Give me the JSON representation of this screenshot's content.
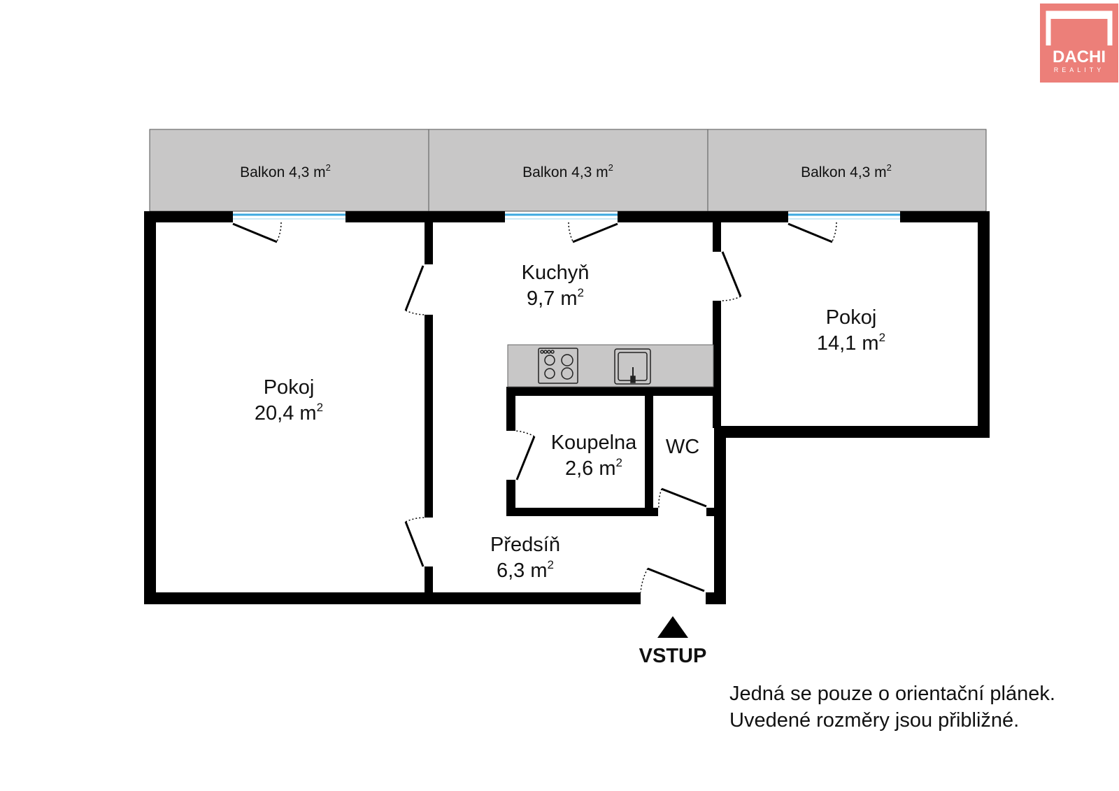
{
  "logo": {
    "name": "DACHI",
    "sub": "REALITY"
  },
  "balconies": [
    {
      "name": "Balkon",
      "area": "4,3 m",
      "unit_sup": "2"
    },
    {
      "name": "Balkon",
      "area": "4,3 m",
      "unit_sup": "2"
    },
    {
      "name": "Balkon",
      "area": "4,3 m",
      "unit_sup": "2"
    }
  ],
  "rooms": {
    "pokoj_left": {
      "name": "Pokoj",
      "area": "20,4 m",
      "unit_sup": "2"
    },
    "kuchyn": {
      "name": "Kuchyň",
      "area": "9,7 m",
      "unit_sup": "2"
    },
    "pokoj_right": {
      "name": "Pokoj",
      "area": "14,1 m",
      "unit_sup": "2"
    },
    "koupelna": {
      "name": "Koupelna",
      "area": "2,6 m",
      "unit_sup": "2"
    },
    "wc": {
      "name": "WC"
    },
    "predsin": {
      "name": "Předsíň",
      "area": "6,3 m",
      "unit_sup": "2"
    }
  },
  "entrance": {
    "label": "VSTUP"
  },
  "note": {
    "line1": "Jedná se pouze o orientační plánek.",
    "line2": "Uvedené rozměry jsou přibližné."
  },
  "colors": {
    "wall": "#000000",
    "balcony_fill": "#c8c7c7",
    "counter_fill": "#c8c7c7",
    "window": "#3ea9e0",
    "logo_bg": "#ec7f79"
  }
}
